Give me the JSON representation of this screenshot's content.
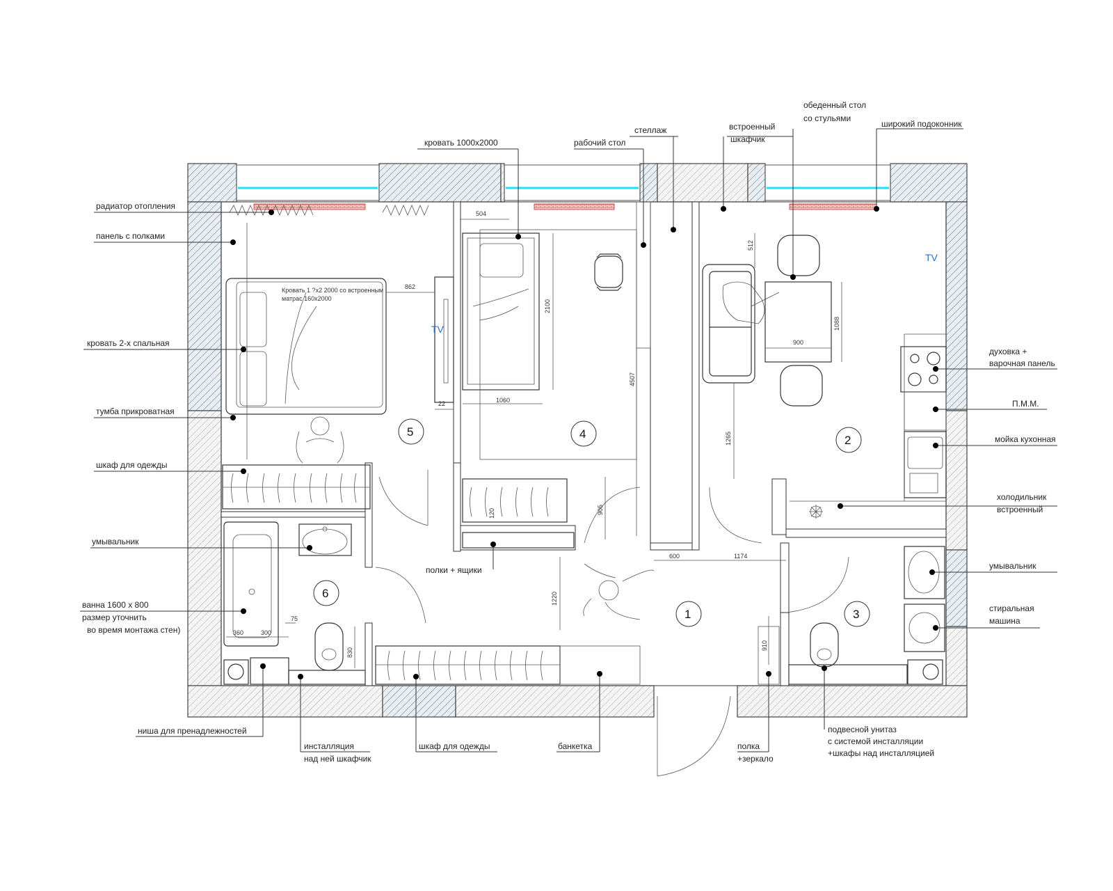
{
  "labels_top": {
    "bed_single": "кровать  1000х2000",
    "work_desk": "рабочий стол",
    "rack": "стеллаж",
    "builtin_cab_1": "встроенный",
    "builtin_cab_2": "шкафчик",
    "dining_1": "обеденный стол",
    "dining_2": "со стульями",
    "sill": "широкий подоконник"
  },
  "labels_left": {
    "radiator": "радиатор отопления",
    "shelf_panel": "панель с полками",
    "double_bed": "кровать 2-х спальная",
    "nightstand": "тумба прикроватная",
    "wardrobe": "шкаф для одежды",
    "sink": "умывальник",
    "bath_1": "ванна 1600 х 800",
    "bath_2": "размер уточнить",
    "bath_3": "во время монтажа стен)"
  },
  "labels_right": {
    "oven_1": "духовка +",
    "oven_2": "варочная панель",
    "dishwasher": "П.М.М.",
    "kitchen_sink": "мойка кухонная",
    "fridge_1": "холодильник",
    "fridge_2": "встроенный",
    "sink": "умывальник",
    "washer_1": "стиральная",
    "washer_2": "машина"
  },
  "labels_bottom": {
    "niche": "ниша для пренадлежностей",
    "install_1": "инсталляция",
    "install_2": "над ней шкафчик",
    "wardrobe": "шкаф для одежды",
    "bench": "банкетка",
    "shelf_1": "полка",
    "shelf_2": "+зеркало",
    "toilet_1": "подвесной унитаз",
    "toilet_2": "с системой инсталляции",
    "toilet_3": "+шкафы над инсталляцией"
  },
  "labels_inner": {
    "shelves_drawers": "полки  + ящики",
    "bed_note_1": "Кровать 1 ?x2 2000 со встроенным",
    "bed_note_2": "матрас 160х2000"
  },
  "rooms": [
    "1",
    "2",
    "3",
    "4",
    "5",
    "6"
  ],
  "tv_label": "TV",
  "dimensions": {
    "d504": "504",
    "d862": "862",
    "d2100": "2100",
    "d4507": "4507",
    "d1060": "1060",
    "d22": "22",
    "d512": "512",
    "d900": "900",
    "d1088": "1088",
    "d1265": "1265",
    "d600": "600",
    "d1174": "1174",
    "d1220": "1220",
    "d905": "905",
    "d120": "120",
    "d75": "75",
    "d360": "360",
    "d300": "300",
    "d830": "830",
    "d910": "910"
  },
  "colors": {
    "window_glass": "#1ee0ff",
    "radiator": "#d23a3a",
    "tv_text": "#2a6fbf"
  }
}
